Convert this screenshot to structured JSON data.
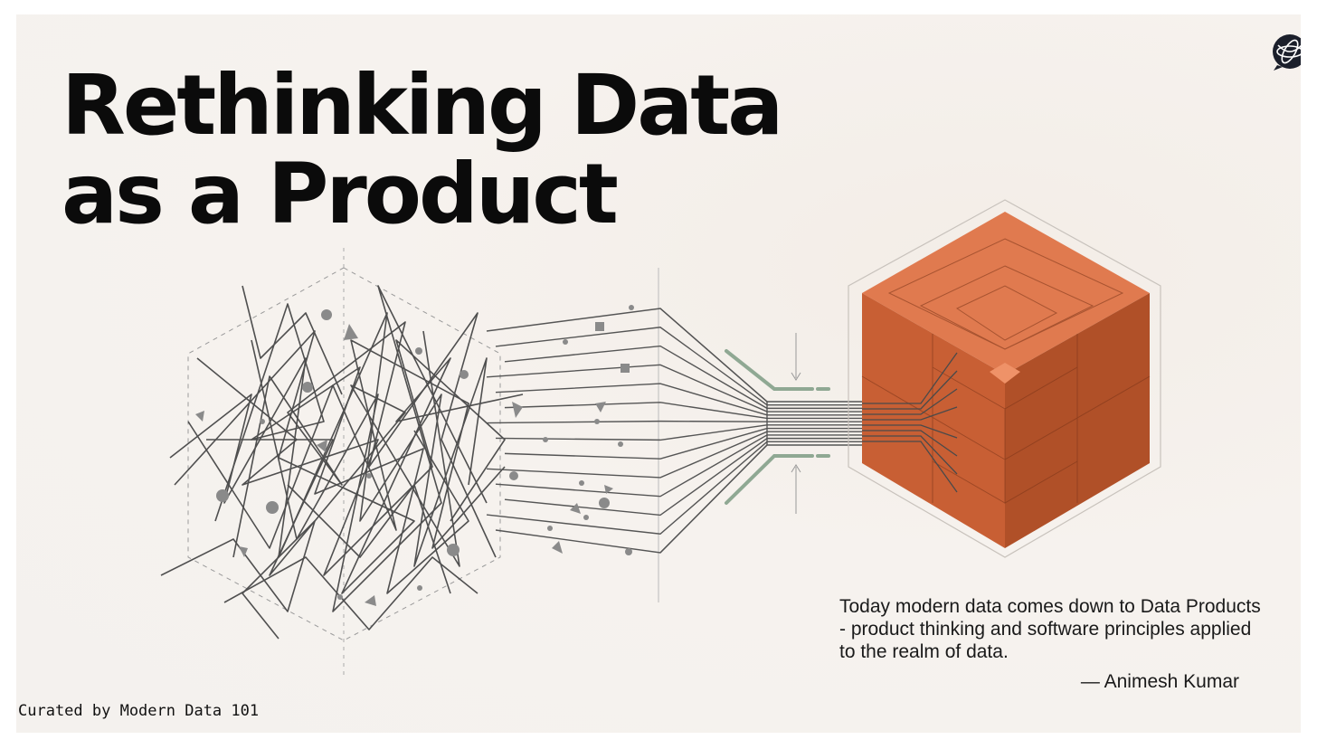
{
  "title": {
    "line1": "Rethinking Data",
    "line2": "as a Product"
  },
  "quote": {
    "text": "Today modern data comes down to Data Products - product thinking and software principles applied to the realm of data.",
    "author": "— Animesh Kumar"
  },
  "credit": "Curated by Modern Data 101",
  "colors": {
    "cube_top": "#e07a4f",
    "cube_left": "#c85f34",
    "cube_right": "#b05028",
    "line_gray": "#5a5a5a",
    "accent_green": "#8fa893",
    "text": "#0b0b0b"
  },
  "icons": {
    "logo": "globe-chat-icon"
  }
}
